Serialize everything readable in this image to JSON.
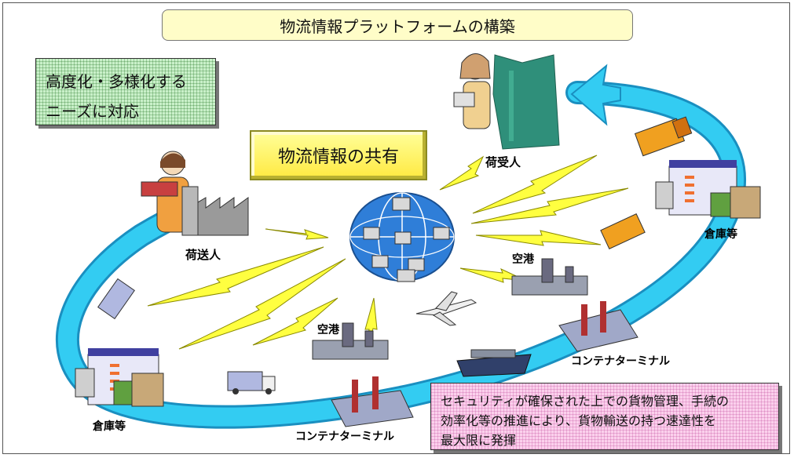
{
  "title": "物流情報プラットフォームの構築",
  "needs_box": {
    "line1": "高度化・多様化する",
    "line2": "ニーズに対応"
  },
  "share_box": "物流情報の共有",
  "labels": {
    "consignee": "荷受人",
    "shipper": "荷送人",
    "warehouse_right": "倉庫等",
    "warehouse_left": "倉庫等",
    "airport_right": "空港",
    "airport_left": "空港",
    "container_terminal_right": "コンテナターミナル",
    "container_terminal_bottom": "コンテナターミナル"
  },
  "security_box": {
    "line1": "セキュリティが確保された上での貨物管理、手続の",
    "line2": "効率化等の推進により、貨物輸送の持つ速達性を",
    "line3": "最大限に発揮"
  },
  "colors": {
    "loop": "#33ccf2",
    "loop_edge": "#1a8fc0",
    "lightning": "#ffff40",
    "network": "#2f7ed8"
  }
}
